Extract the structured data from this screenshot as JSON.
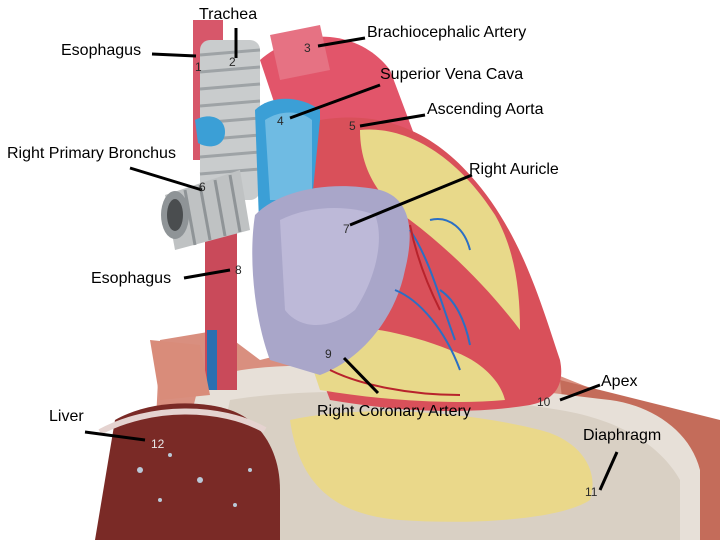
{
  "image": {
    "subject": "heart-anatomical-model",
    "labels": {
      "trachea": "Trachea",
      "brachiocephalic_artery": "Brachiocephalic Artery",
      "esophagus_top": "Esophagus",
      "superior_vena_cava": "Superior Vena Cava",
      "ascending_aorta": "Ascending Aorta",
      "right_primary_bronchus": "Right Primary Bronchus",
      "right_auricle": "Right Auricle",
      "esophagus_mid": "Esophagus",
      "apex": "Apex",
      "liver": "Liver",
      "right_coronary_artery": "Right Coronary Artery",
      "diaphragm": "Diaphragm"
    },
    "numbers": {
      "n1": "1",
      "n2": "2",
      "n3": "3",
      "n4": "4",
      "n5": "5",
      "n6": "6",
      "n7": "7",
      "n8": "8",
      "n9": "9",
      "n10": "10",
      "n11": "11",
      "n12": "12"
    },
    "colors": {
      "background": "#ffffff",
      "myocardium": "#d9505a",
      "fat": "#e8d98a",
      "vein_blue": "#3b9fd6",
      "auricle": "#a9a6c9",
      "trachea": "#c9cccd",
      "liver": "#7a2a26",
      "diaphragm": "#e7e0d8"
    }
  }
}
